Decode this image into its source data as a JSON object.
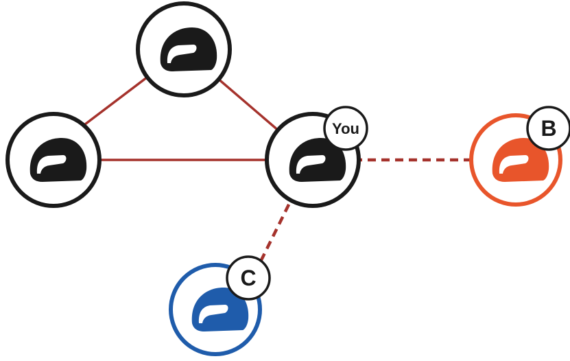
{
  "colors": {
    "link": "#a5322c",
    "dark": "#1a1a1a",
    "orange": "#e8552b",
    "blue": "#1f5cab",
    "background": "#ffffff"
  },
  "nodes": {
    "top": {
      "icon": "helmet-icon",
      "color": "dark"
    },
    "left": {
      "icon": "helmet-icon",
      "color": "dark"
    },
    "you": {
      "icon": "helmet-icon",
      "color": "dark",
      "badge": "You"
    },
    "b": {
      "icon": "helmet-icon",
      "color": "orange",
      "badge": "B"
    },
    "c": {
      "icon": "helmet-icon",
      "color": "blue",
      "badge": "C"
    }
  },
  "links": [
    {
      "from": "left",
      "to": "top",
      "style": "solid"
    },
    {
      "from": "top",
      "to": "you",
      "style": "solid"
    },
    {
      "from": "left",
      "to": "you",
      "style": "solid"
    },
    {
      "from": "you",
      "to": "b",
      "style": "dashed"
    },
    {
      "from": "you",
      "to": "c",
      "style": "dashed"
    }
  ]
}
